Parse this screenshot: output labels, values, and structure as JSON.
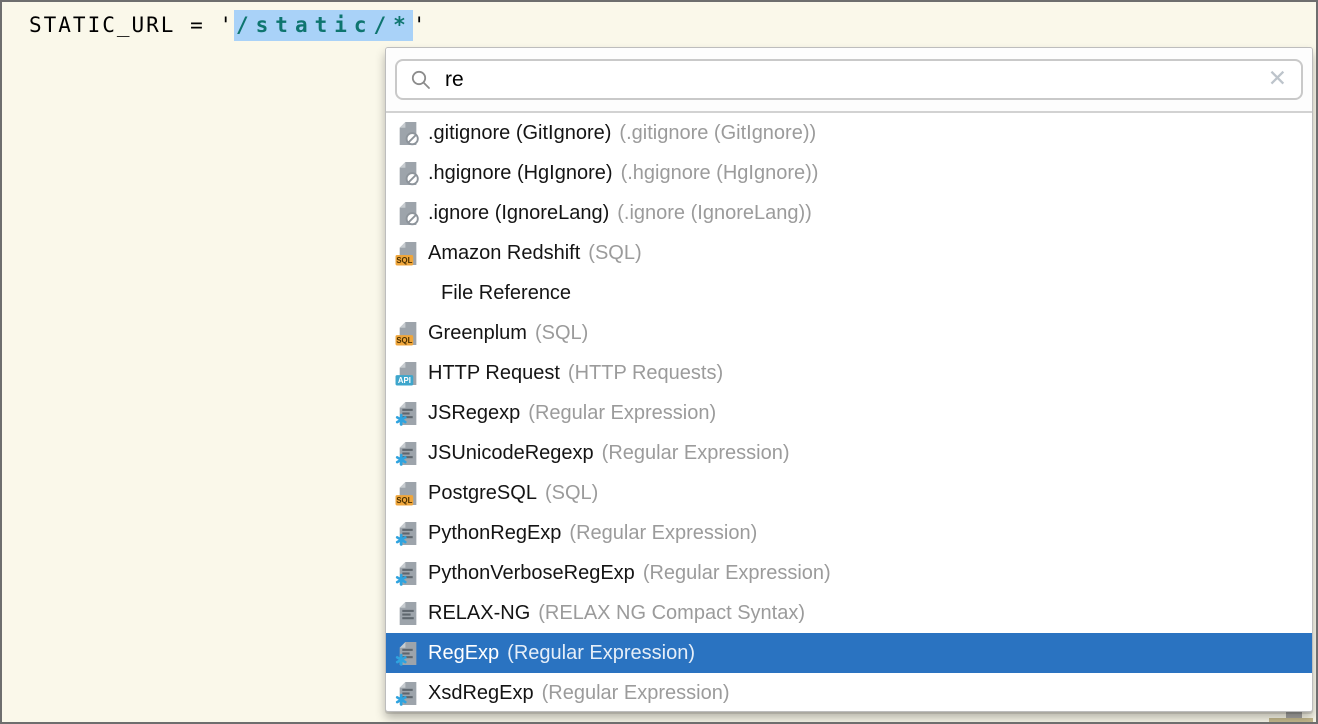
{
  "editor": {
    "code": {
      "prefix": "STATIC_URL = '",
      "injected": "/static/*",
      "suffix": "'"
    },
    "colors": {
      "background": "#FAF8EA",
      "selection_highlight": "#A9D2F8",
      "injected_text": "#0E756F",
      "plain_text": "#000000"
    }
  },
  "popup": {
    "search": {
      "value": "re",
      "placeholder": "",
      "search_icon": "magnifier-icon",
      "close_icon": "close-icon",
      "close_glyph": "✕"
    },
    "colors": {
      "selected_row_background": "#2A73C1",
      "hint_text": "#9B9B9B",
      "sql_badge": "#EFA63C",
      "api_badge": "#3EA6CC",
      "regexp_asterisk": "#2FA3DF"
    },
    "list": {
      "items": [
        {
          "label": ".gitignore (GitIgnore)",
          "hint": "(.gitignore (GitIgnore))",
          "icon": "ignore-file-icon",
          "selected": false
        },
        {
          "label": ".hgignore (HgIgnore)",
          "hint": "(.hgignore (HgIgnore))",
          "icon": "ignore-file-icon",
          "selected": false
        },
        {
          "label": ".ignore (IgnoreLang)",
          "hint": "(.ignore (IgnoreLang))",
          "icon": "ignore-file-icon",
          "selected": false
        },
        {
          "label": "Amazon Redshift",
          "hint": "(SQL)",
          "icon": "sql-file-icon",
          "selected": false
        },
        {
          "label": "File Reference",
          "hint": "",
          "icon": null,
          "selected": false
        },
        {
          "label": "Greenplum",
          "hint": "(SQL)",
          "icon": "sql-file-icon",
          "selected": false
        },
        {
          "label": "HTTP Request",
          "hint": "(HTTP Requests)",
          "icon": "api-file-icon",
          "selected": false
        },
        {
          "label": "JSRegexp",
          "hint": "(Regular Expression)",
          "icon": "regexp-file-icon",
          "selected": false
        },
        {
          "label": "JSUnicodeRegexp",
          "hint": "(Regular Expression)",
          "icon": "regexp-file-icon",
          "selected": false
        },
        {
          "label": "PostgreSQL",
          "hint": "(SQL)",
          "icon": "sql-file-icon",
          "selected": false
        },
        {
          "label": "PythonRegExp",
          "hint": "(Regular Expression)",
          "icon": "regexp-file-icon",
          "selected": false
        },
        {
          "label": "PythonVerboseRegExp",
          "hint": "(Regular Expression)",
          "icon": "regexp-file-icon",
          "selected": false
        },
        {
          "label": "RELAX-NG",
          "hint": "(RELAX NG Compact Syntax)",
          "icon": "text-file-icon",
          "selected": false
        },
        {
          "label": "RegExp",
          "hint": "(Regular Expression)",
          "icon": "regexp-file-icon",
          "selected": true
        },
        {
          "label": "XsdRegExp",
          "hint": "(Regular Expression)",
          "icon": "regexp-file-icon",
          "selected": false
        }
      ]
    }
  }
}
